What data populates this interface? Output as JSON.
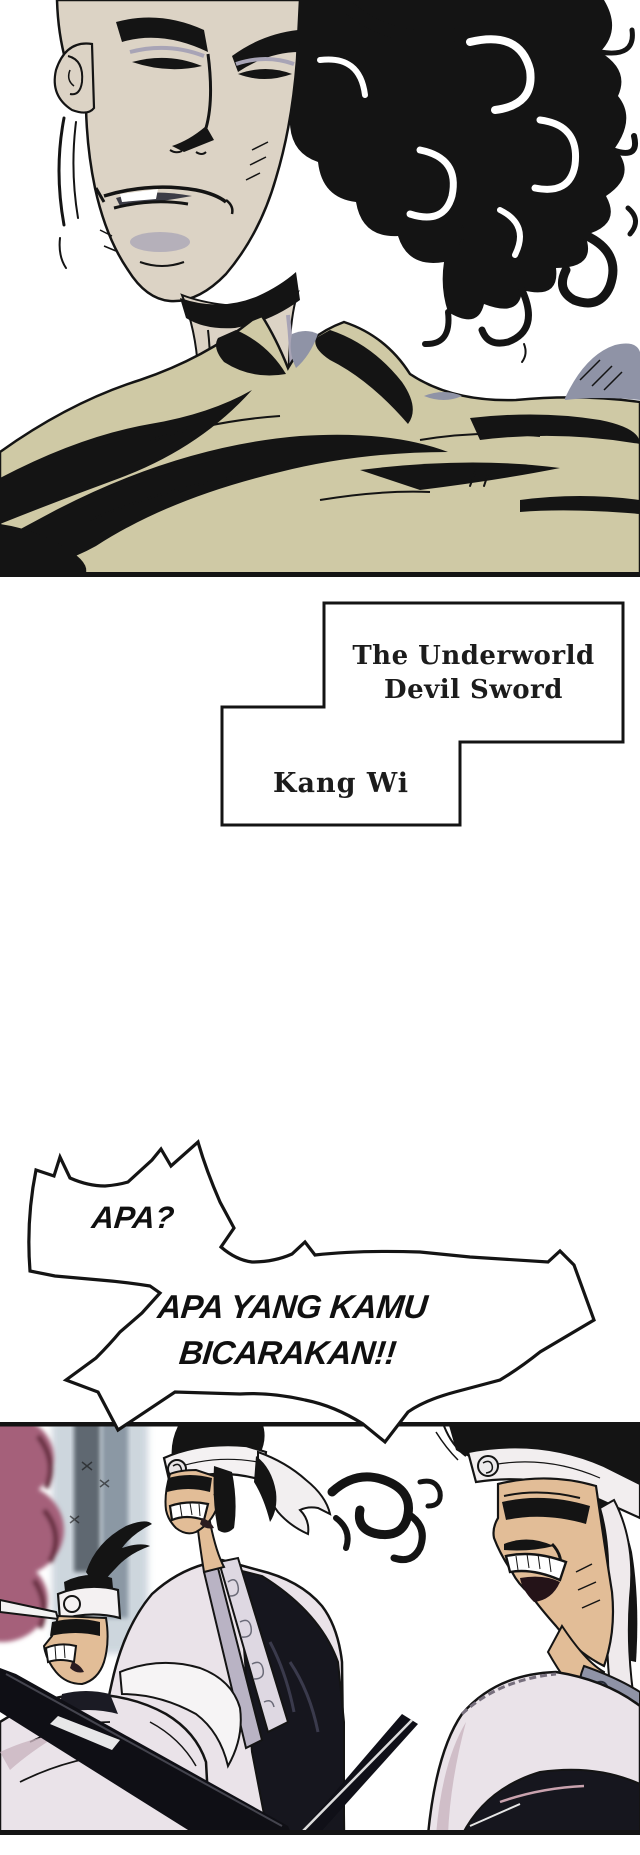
{
  "captions": {
    "title": {
      "line1": "The Underworld",
      "line2": "Devil Sword"
    },
    "name": "Kang Wi"
  },
  "bubbles": {
    "shout1": {
      "text": "APA?"
    },
    "shout2": {
      "line1": "APA YANG KAMU",
      "line2": "BICARAKAN!!"
    }
  },
  "palette": {
    "ink": "#141414",
    "paper": "#ffffff",
    "skin1": "#dcd3c5",
    "skin2": "#e2bd97",
    "scarf": "#cfc9a5",
    "slate": "#8f93a6",
    "robe": "#eae3e9",
    "robeShadow": "#c9b4bf",
    "navy": "#16161e",
    "pink": "#a5617a",
    "wallGray": "#5f6771",
    "wallBlue": "#b9c6d0",
    "hairGray": "#97999b",
    "lav": "#a8a4b6"
  }
}
